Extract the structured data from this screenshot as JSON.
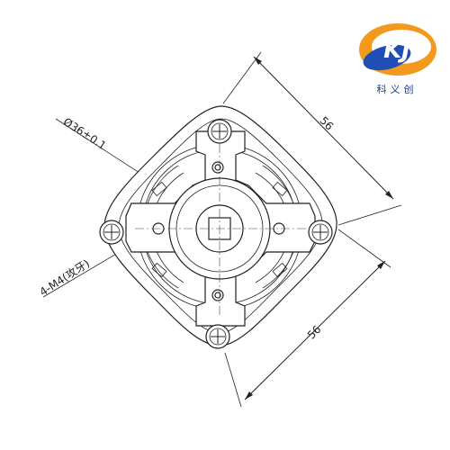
{
  "logo": {
    "letters": "KJ",
    "company_name": "科义创",
    "colors": {
      "orange": "#f39a1e",
      "blue": "#1f4fb4"
    }
  },
  "drawing": {
    "diameter_label": "Ø36±0.1",
    "thread_label": "4-M4(攻牙)",
    "dim_top_right": "56",
    "dim_bottom_right": "56"
  }
}
